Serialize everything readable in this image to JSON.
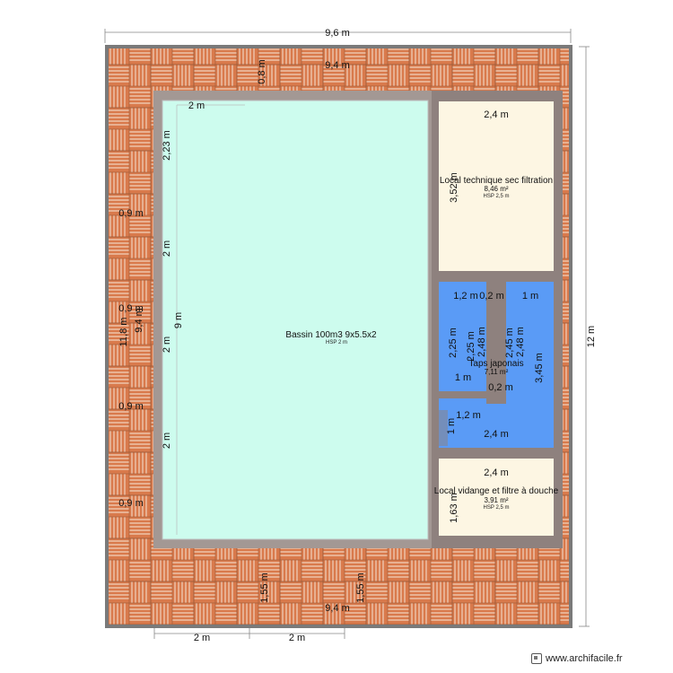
{
  "overall": {
    "width_label": "9,6 m",
    "height_label": "12 m"
  },
  "deck": {
    "top_width": "9,4 m",
    "top_depth": "0,8 m",
    "bottom_width": "9,4 m",
    "bottom_depth_1": "1,55 m",
    "bottom_depth_2": "1,55 m",
    "left_height": "9,4 m",
    "left_height_2": "11,8 m",
    "left_seg_1": "0,9 m",
    "left_seg_2": "0,9 m",
    "left_seg_3": "0,9 m",
    "left_seg_4": "0,9 m",
    "bottom_seg_1": "2 m",
    "bottom_seg_2": "2 m"
  },
  "pool": {
    "name": "Bassin 100m3 9x5.5x2",
    "hsp": "HSP 2 m",
    "top_seg": "2 m",
    "seg_1": "2,23 m",
    "seg_2": "2 m",
    "seg_3": "2 m",
    "seg_4": "2 m",
    "length": "9 m"
  },
  "rooms": {
    "technique": {
      "name": "Local technique sec filtration",
      "area": "8,46 m²",
      "hsp": "HSP 2,5 m",
      "width": "2,4 m",
      "height": "3,52 m"
    },
    "tatami": {
      "name": "Taps japonais",
      "area": "7,11 m²",
      "d_top_left": "1,2 m",
      "d_top_mid": "0,2 m",
      "d_top_right": "1 m",
      "v1": "2,25 m",
      "v2": "2,25 m",
      "v3": "2,48 m",
      "v4": "2,45 m",
      "v5": "2,48 m",
      "height": "3,45 m",
      "d_mid_left": "1 m",
      "d_mid_mid": "0,2 m",
      "d_low_left": "1,2 m",
      "d_low_v": "1 m",
      "width": "2,4 m"
    },
    "vidange": {
      "name": "Local vidange et filtre à douche",
      "area": "3,91 m²",
      "hsp": "HSP 2,5 m",
      "width": "2,4 m",
      "height": "1,63 m"
    }
  },
  "credit": "www.archifacile.fr",
  "colors": {
    "deck": "#d97a4c",
    "deck_line": "#f1d2bd",
    "wall": "#8e817e",
    "pool": "#cdfcee",
    "room": "#fdf6e3",
    "tatami": "#5a9bf6"
  }
}
